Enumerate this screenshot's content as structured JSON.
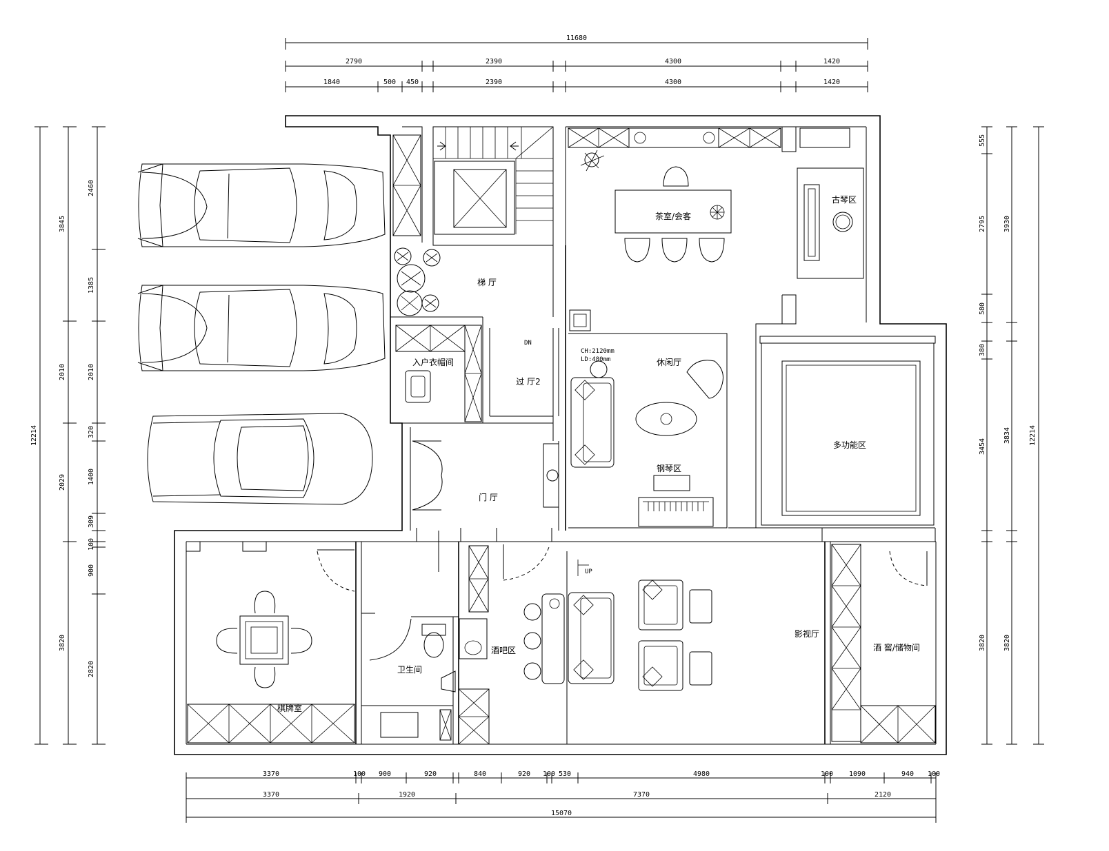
{
  "rooms": {
    "tea_room": "茶室/会客",
    "guqin_area": "古琴区",
    "stair_hall": "梯 厅",
    "cloakroom": "入户衣帽间",
    "corridor2": "过 厅2",
    "leisure_hall": "休闲厅",
    "piano_area": "钢琴区",
    "multi_function": "多功能区",
    "entrance_hall": "门 厅",
    "chess_room": "棋牌室",
    "bathroom": "卫生间",
    "bar_area": "酒吧区",
    "theater": "影视厅",
    "wine_cellar": "酒 窖/储物间"
  },
  "annotations": {
    "dn": "DN",
    "up": "UP",
    "ceiling_height": "CH:2120mm",
    "ld": "LD:480mm"
  },
  "dims": {
    "top_total": "11680",
    "top_row2": [
      "2790",
      "2390",
      "4300",
      "1420"
    ],
    "top_row3": [
      "1840",
      "500",
      "450",
      "2390",
      "4300",
      "1420"
    ],
    "bottom_row1": [
      "3370",
      "100",
      "900",
      "920",
      "840",
      "920",
      "100",
      "530",
      "4980",
      "100",
      "1090",
      "940",
      "100"
    ],
    "bottom_row2": [
      "3370",
      "1920",
      "7370",
      "2120"
    ],
    "bottom_total": "15070",
    "left_outer": "12214",
    "left_mid": [
      "3845",
      "2010",
      "2029",
      "3820"
    ],
    "left_inner": [
      "2460",
      "1385",
      "2010",
      "320",
      "1400",
      "309",
      "100",
      "900",
      "2820"
    ],
    "right_inner": [
      "555",
      "2795",
      "580",
      "380",
      "3454",
      "3820"
    ],
    "right_mid": [
      "3930",
      "3834",
      "3820"
    ],
    "right_outer": "12214"
  }
}
